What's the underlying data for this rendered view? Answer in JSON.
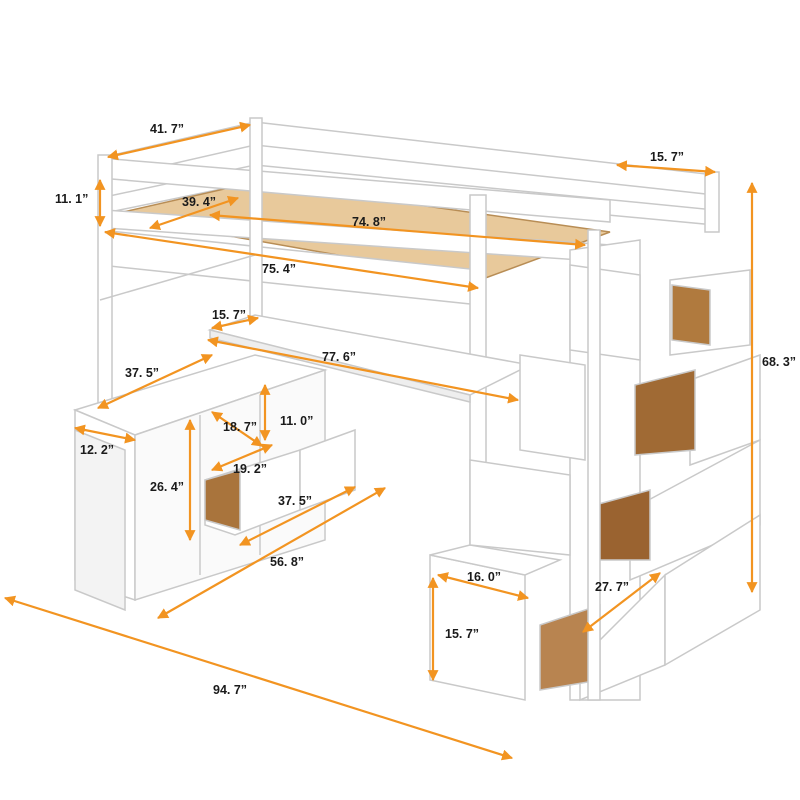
{
  "colors": {
    "arrow": "#f29421",
    "frame": "#ffffff",
    "frame_stroke": "#c9c9c9",
    "shadow": "#e6e6e6",
    "wood": "#dcb27a",
    "wood_dark": "#8a5a2b",
    "text": "#1a1a1a"
  },
  "dimensions": {
    "bed_width": "41. 7”",
    "rail_height": "11. 1”",
    "inner_width": "39. 4”",
    "slat_length": "74. 8”",
    "bed_length": "75. 4”",
    "stair_depth_top": "15. 7”",
    "total_height": "68. 3”",
    "desk_depth": "15. 7”",
    "desk_length": "77. 6”",
    "cabinet_width": "37. 5”",
    "shelf_width": "18. 7”",
    "shelf_height": "11. 0”",
    "cabinet_depth": "12. 2”",
    "drawer_width": "19. 2”",
    "cabinet_height": "26. 4”",
    "drawer_span": "37. 5”",
    "cabinet_length": "56. 8”",
    "step_width": "16. 0”",
    "stair_drawer_depth": "27. 7”",
    "step_height": "15. 7”",
    "total_length": "94. 7”"
  }
}
